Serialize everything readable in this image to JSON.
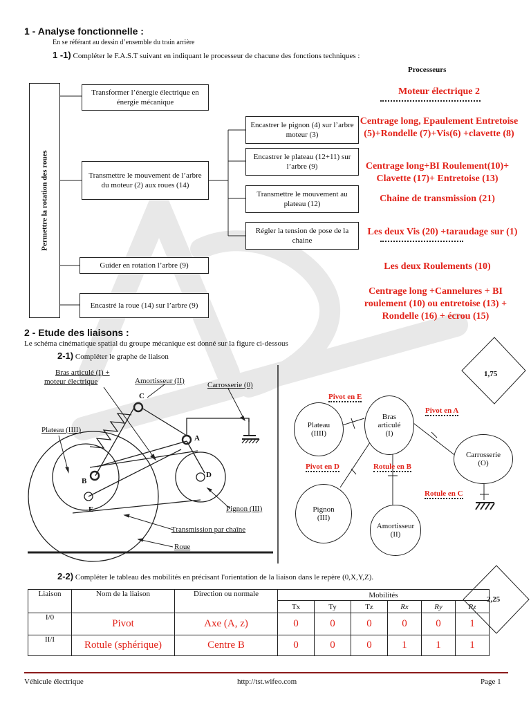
{
  "section1": {
    "title": "1 - Analyse fonctionnelle :",
    "intro": "En se référant au dessin d’ensemble du train arrière",
    "q_num": "1 -1)",
    "q_text": "Compléter le F.A.S.T suivant en indiquant le processeur de chacune des fonctions techniques :",
    "processeurs_label": "Processeurs",
    "main_function": "Permettre la rotation des roues",
    "functions": [
      "Transformer l’énergie électrique en énergie mécanique",
      "Transmettre le mouvement de l’arbre du moteur (2) aux roues (14)",
      "Guider en rotation l’arbre (9)",
      "Encastré la roue (14) sur l’arbre (9)"
    ],
    "subfunctions": [
      "Encastrer le pignon (4) sur l’arbre moteur (3)",
      "Encastrer le plateau (12+11) sur l’arbre (9)",
      "Transmettre le mouvement au plateau (12)",
      "Régler la tension de pose de la chaine"
    ],
    "processors": [
      "Moteur électrique 2",
      "Centrage long, Epaulement Entretoise (5)+Rondelle (7)+Vis(6) +clavette (8)",
      "Centrage long+BI Roulement(10)+ Clavette (17)+ Entretoise (13)",
      "Chaine de transmission (21)",
      "Les deux Vis (20) +taraudage sur (1)",
      "Les deux Roulements (10)",
      "Centrage long +Cannelures + BI roulement (10) ou entretoise (13) + Rondelle (16) + écrou (15)"
    ]
  },
  "section2": {
    "title": "2 - Etude des liaisons :",
    "intro": "Le schéma cinématique spatial du groupe mécanique est donné sur la figure ci-dessous",
    "q21_num": "2-1)",
    "q21_text": "Compléter le graphe de liaison",
    "score1": "1,75",
    "schema_labels": {
      "bras": "Bras articulé (I) +",
      "bras2": "moteur électrique",
      "amortisseur": "Amortisseur (II)",
      "carrosserie": "Carrosserie (0)",
      "plateau": "Plateau (IIII)",
      "pignon": "Pignon (III)",
      "transmission": "Transmission par chaîne",
      "roue": "Roue",
      "pA": "A",
      "pB": "B",
      "pC": "C",
      "pD": "D",
      "pE": "E"
    },
    "graph": {
      "plateau": [
        "Plateau",
        "(IIII)"
      ],
      "bras": [
        "Bras",
        "articulé",
        "(I)"
      ],
      "carrosserie": [
        "Carrosserie",
        "(O)"
      ],
      "pignon": [
        "Pignon",
        "(III)"
      ],
      "amortisseur": [
        "Amortisseur",
        "(II)"
      ],
      "links": [
        "Pivot en E",
        "Pivot en A",
        "Pivot en D",
        "Rotule en B",
        "Rotule en C"
      ]
    },
    "q22_num": "2-2)",
    "q22_text": "Compléter le tableau des mobilités en précisant l'orientation de la liaison dans le repère (0,X,Y,Z).",
    "score2": "2,25",
    "table": {
      "headers": [
        "Liaison",
        "Nom de la liaison",
        "Direction ou normale",
        "Mobilités"
      ],
      "mob_headers": [
        "Tx",
        "Ty",
        "Tz",
        "Rx",
        "Ry",
        "Rz"
      ],
      "rows": [
        {
          "liaison": "I/0",
          "nom": "Pivot",
          "direction": "Axe  (A, z)",
          "vals": [
            "0",
            "0",
            "0",
            "0",
            "0",
            "1"
          ]
        },
        {
          "liaison": "II/I",
          "nom": "Rotule (sphérique)",
          "direction": "Centre B",
          "vals": [
            "0",
            "0",
            "0",
            "1",
            "1",
            "1"
          ]
        }
      ]
    }
  },
  "footer": {
    "left": "Véhicule électrique",
    "center": "http://tst.wifeo.com",
    "right": "Page 1"
  }
}
